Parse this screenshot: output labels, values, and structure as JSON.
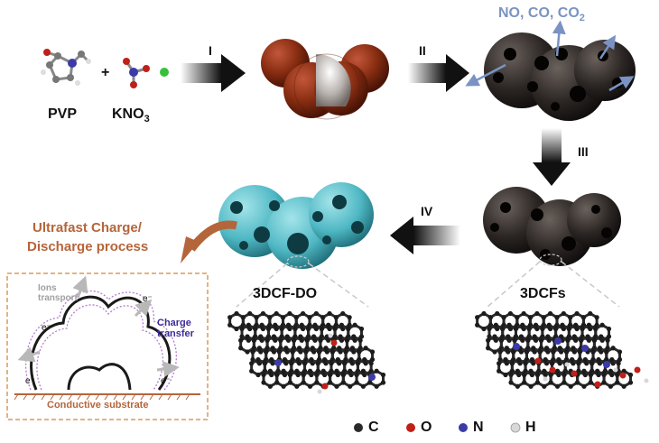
{
  "reactants": {
    "pvp": "PVP",
    "kno3_main": "KNO",
    "kno3_sub": "3",
    "plus": "+"
  },
  "steps": {
    "i": "I",
    "ii": "II",
    "iii": "III",
    "iv": "IV"
  },
  "gases": {
    "main": "NO, CO, CO",
    "sub": "2"
  },
  "products": {
    "dcf_do": "3DCF-DO",
    "dcfs": "3DCFs"
  },
  "process": {
    "line1": "Ultrafast Charge/",
    "line2": "Discharge process"
  },
  "inset": {
    "ions_line1": "Ions",
    "ions_line2": "transport",
    "charge_line1": "Charge",
    "charge_line2": "transfer",
    "electron": "e⁻",
    "substrate": "Conductive substrate"
  },
  "legend": [
    {
      "symbol": "C",
      "color": "#2a2a2a"
    },
    {
      "symbol": "O",
      "color": "#c0201a"
    },
    {
      "symbol": "N",
      "color": "#3b3ba8"
    },
    {
      "symbol": "H",
      "color": "#d8d8d8"
    }
  ],
  "colors": {
    "brown_sphere": "#8a2e12",
    "dark_carbon": "#2b2624",
    "cyan_carbon": "#4fb8c4",
    "process_text": "#b5653a",
    "gas_text": "#7a93c4",
    "charge_text": "#3d2b99",
    "ion_text": "#a0a0a0"
  }
}
